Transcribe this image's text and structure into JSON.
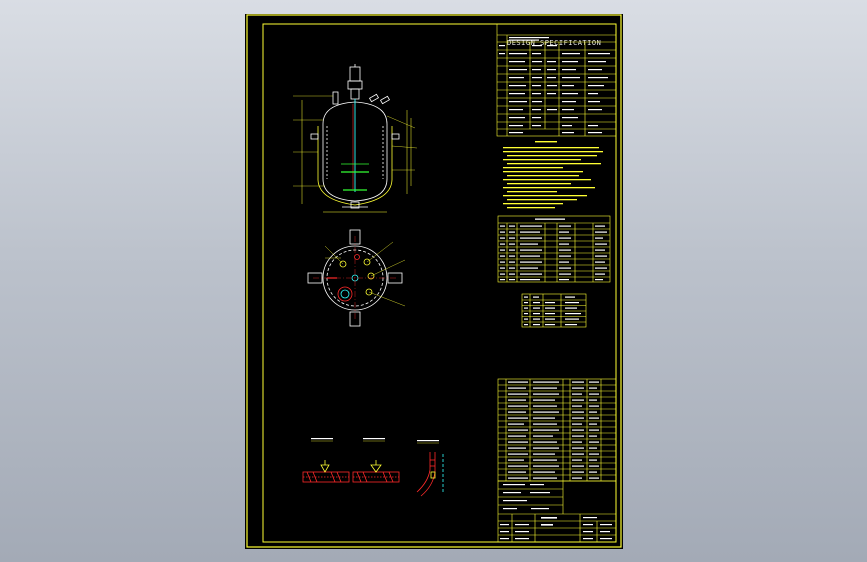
{
  "sheet": {
    "spec_header": "DESIGN SPECIFICATION",
    "colors": {
      "background_outer": "#b9bfca",
      "sheet": "#000000",
      "frame": "#ffff33",
      "lines_white": "#ffffff",
      "lines_red": "#ff2a2a",
      "lines_cyan": "#33ffff",
      "lines_green": "#33ff33"
    }
  },
  "views": [
    {
      "name": "reactor-elevation-view"
    },
    {
      "name": "reactor-plan-view"
    },
    {
      "name": "weld-detail-1"
    },
    {
      "name": "weld-detail-2"
    },
    {
      "name": "jacket-detail"
    }
  ],
  "tables": [
    {
      "name": "spec-table"
    },
    {
      "name": "technical-requirements"
    },
    {
      "name": "nozzle-table"
    },
    {
      "name": "small-table"
    },
    {
      "name": "parts-list"
    },
    {
      "name": "title-block"
    }
  ]
}
